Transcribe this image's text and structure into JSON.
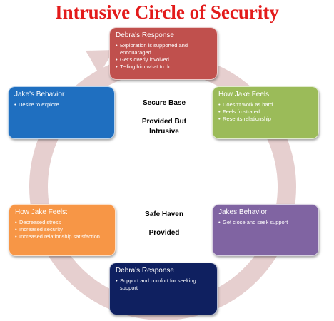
{
  "title": "Intrusive Circle of Security",
  "colors": {
    "title": "#e31b1b",
    "ring": "#e6cfcf",
    "red_box": "#c0504d",
    "green_box": "#9bbb59",
    "blue_box": "#1f6fc0",
    "orange_box": "#f79646",
    "purple_box": "#8064a2",
    "navy_box": "#0f2060"
  },
  "boxes": {
    "debras_response_top": {
      "heading": "Debra's Response",
      "items": [
        "Exploration is supported and encouaraged.",
        "Get's overly involved",
        "Telling him what to do"
      ]
    },
    "how_jake_feels_top": {
      "heading": "How Jake Feels",
      "items": [
        "Doesn't work as hard",
        "Feels frustrated",
        "Resents relationship"
      ]
    },
    "jakes_behavior_top": {
      "heading": "Jake's Behavior",
      "items": [
        "Desire to explore"
      ]
    },
    "how_jake_feels_bottom": {
      "heading": "How Jake Feels:",
      "items": [
        "Decreased stress",
        "Increased security",
        "Increased relationship satisfaction"
      ]
    },
    "jakes_behavior_bottom": {
      "heading": "Jakes Behavior",
      "items": [
        "Get close and seek support"
      ]
    },
    "debras_response_bottom": {
      "heading": "Debra's Response",
      "items": [
        "Support and comfort for seeking support"
      ]
    }
  },
  "center_top": {
    "line1": "Secure Base",
    "line2": "Provided But",
    "line3": "Intrusive"
  },
  "center_bottom": {
    "line1": "Safe Haven",
    "line2": "Provided"
  }
}
